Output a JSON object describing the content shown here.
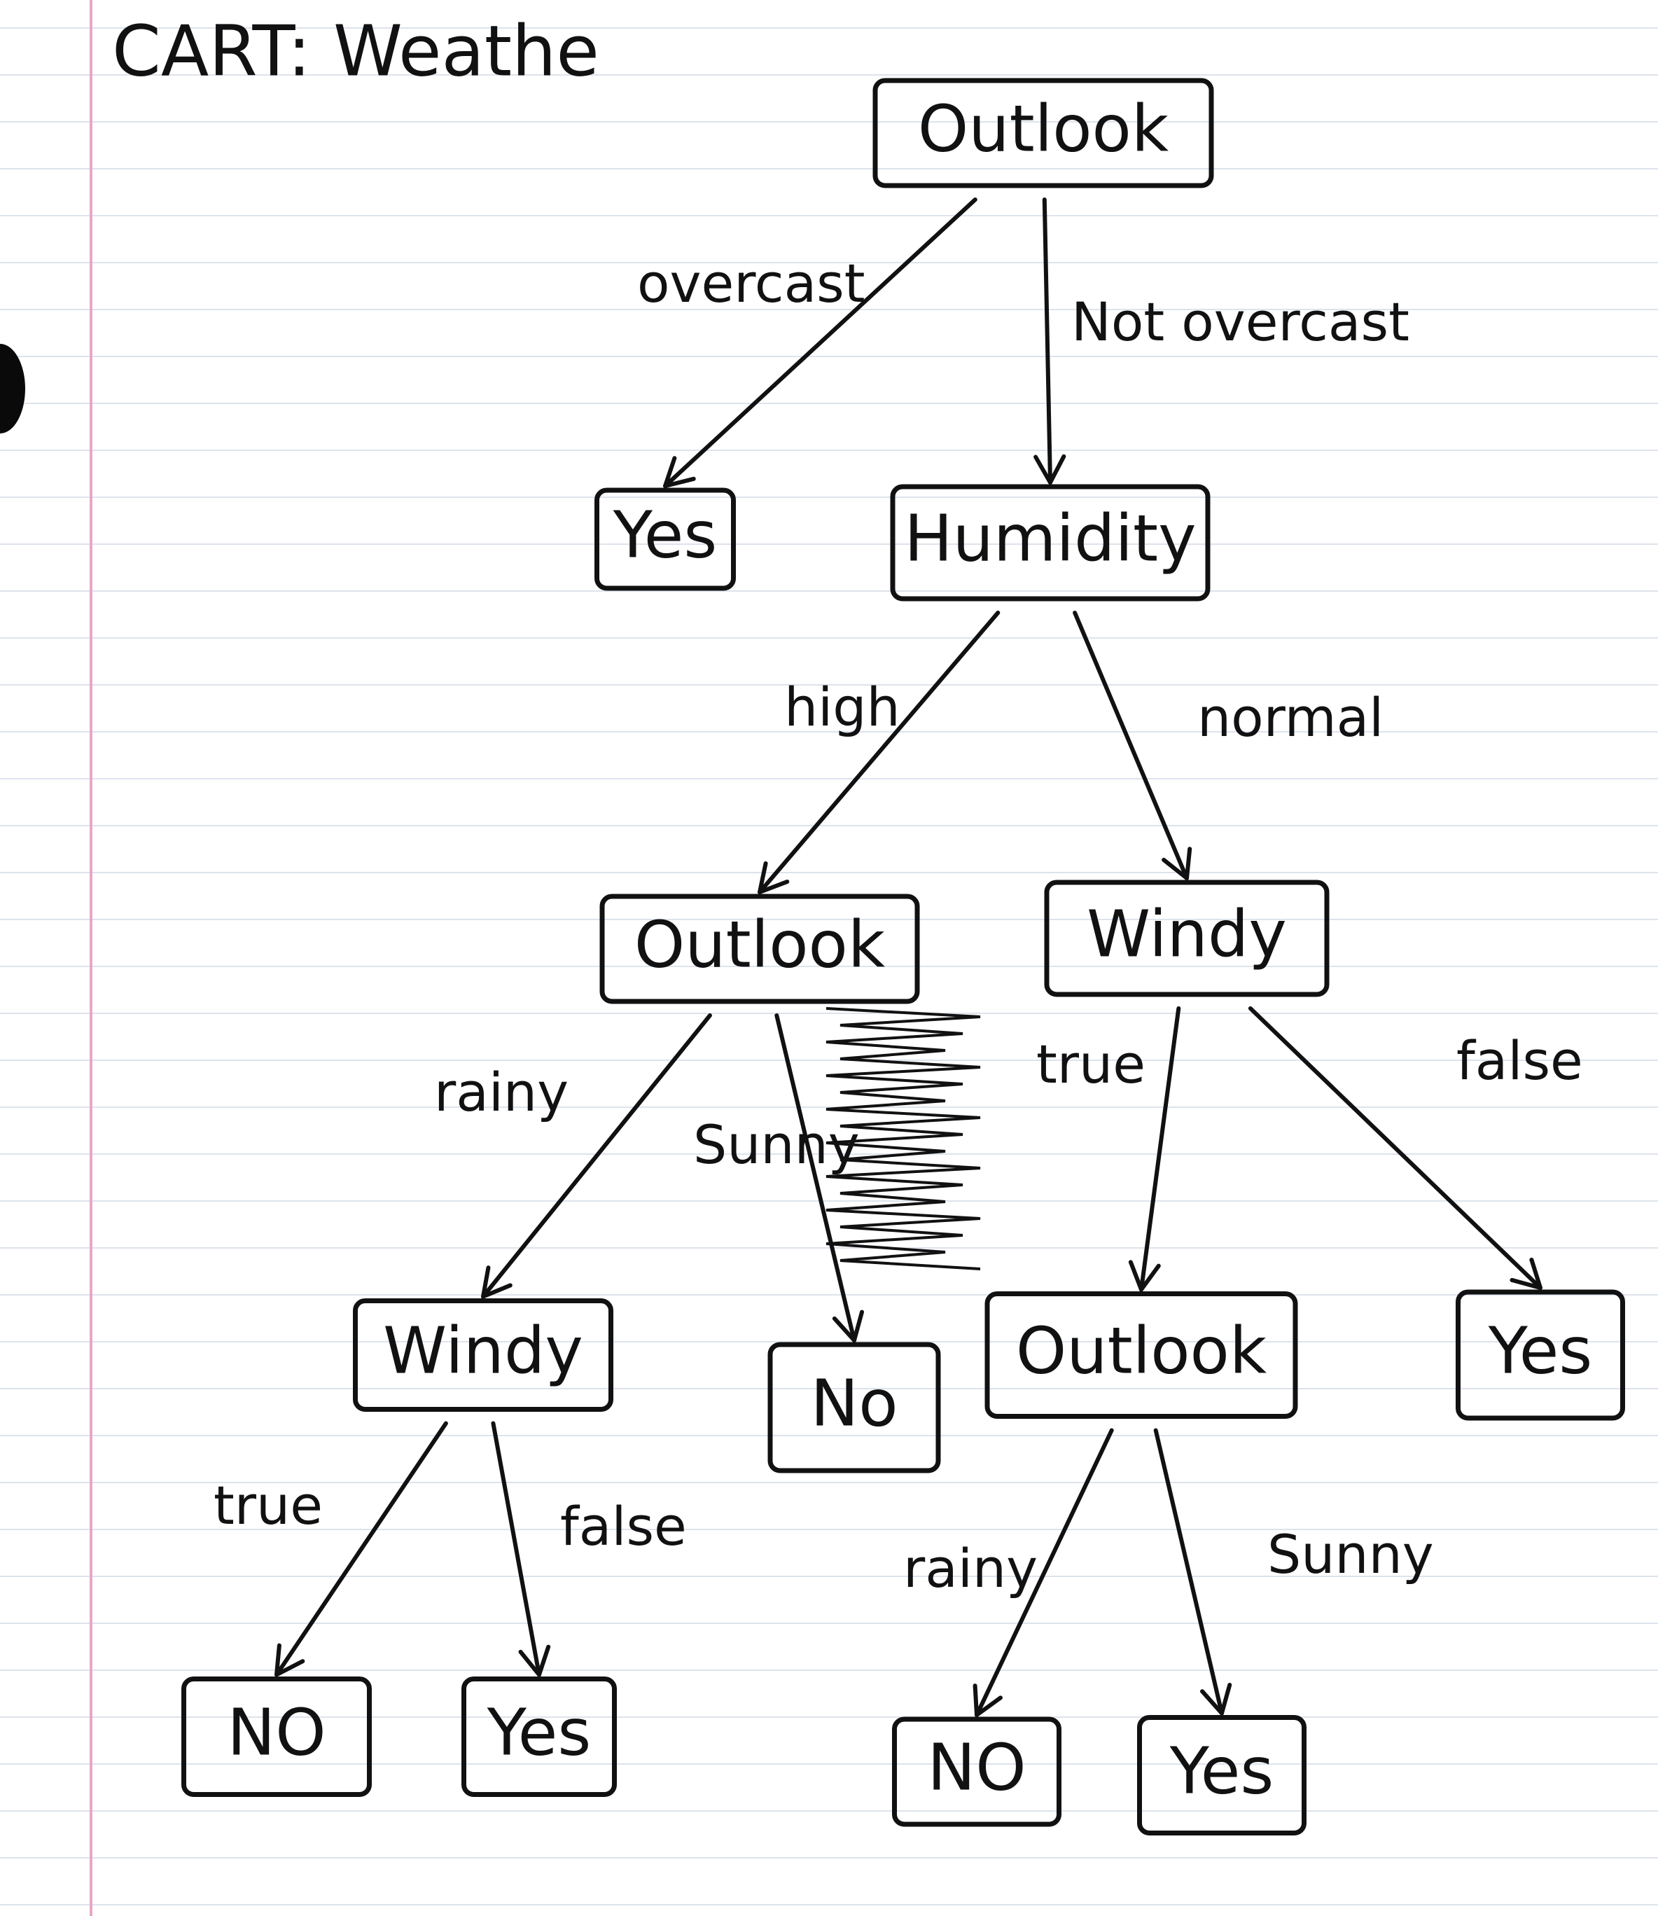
{
  "title": "CART: Weathe",
  "nodes": [
    {
      "id": "root",
      "label": "Outlook"
    },
    {
      "id": "n_yes_overcast",
      "label": "Yes"
    },
    {
      "id": "n_humidity",
      "label": "Humidity"
    },
    {
      "id": "n_outlook_high",
      "label": "Outlook"
    },
    {
      "id": "n_windy_normal",
      "label": "Windy"
    },
    {
      "id": "n_windy_rainy",
      "label": "Windy"
    },
    {
      "id": "n_no_sunny",
      "label": "No"
    },
    {
      "id": "n_outlook_true",
      "label": "Outlook"
    },
    {
      "id": "n_yes_false",
      "label": "Yes"
    },
    {
      "id": "n_no_true",
      "label": "NO"
    },
    {
      "id": "n_yes_false2",
      "label": "Yes"
    },
    {
      "id": "n_no_rainy",
      "label": "NO"
    },
    {
      "id": "n_yes_sunny",
      "label": "Yes"
    }
  ],
  "edges": [
    {
      "from": "root",
      "to": "n_yes_overcast",
      "label": "overcast"
    },
    {
      "from": "root",
      "to": "n_humidity",
      "label": "Not overcast"
    },
    {
      "from": "n_humidity",
      "to": "n_outlook_high",
      "label": "high"
    },
    {
      "from": "n_humidity",
      "to": "n_windy_normal",
      "label": "normal"
    },
    {
      "from": "n_outlook_high",
      "to": "n_windy_rainy",
      "label": "rainy"
    },
    {
      "from": "n_outlook_high",
      "to": "n_no_sunny",
      "label": "Sunny"
    },
    {
      "from": "n_windy_normal",
      "to": "n_outlook_true",
      "label": "true"
    },
    {
      "from": "n_windy_normal",
      "to": "n_yes_false",
      "label": "false"
    },
    {
      "from": "n_windy_rainy",
      "to": "n_no_true",
      "label": "true"
    },
    {
      "from": "n_windy_rainy",
      "to": "n_yes_false2",
      "label": "false"
    },
    {
      "from": "n_outlook_true",
      "to": "n_no_rainy",
      "label": "rainy"
    },
    {
      "from": "n_outlook_true",
      "to": "n_yes_sunny",
      "label": "Sunny"
    }
  ]
}
